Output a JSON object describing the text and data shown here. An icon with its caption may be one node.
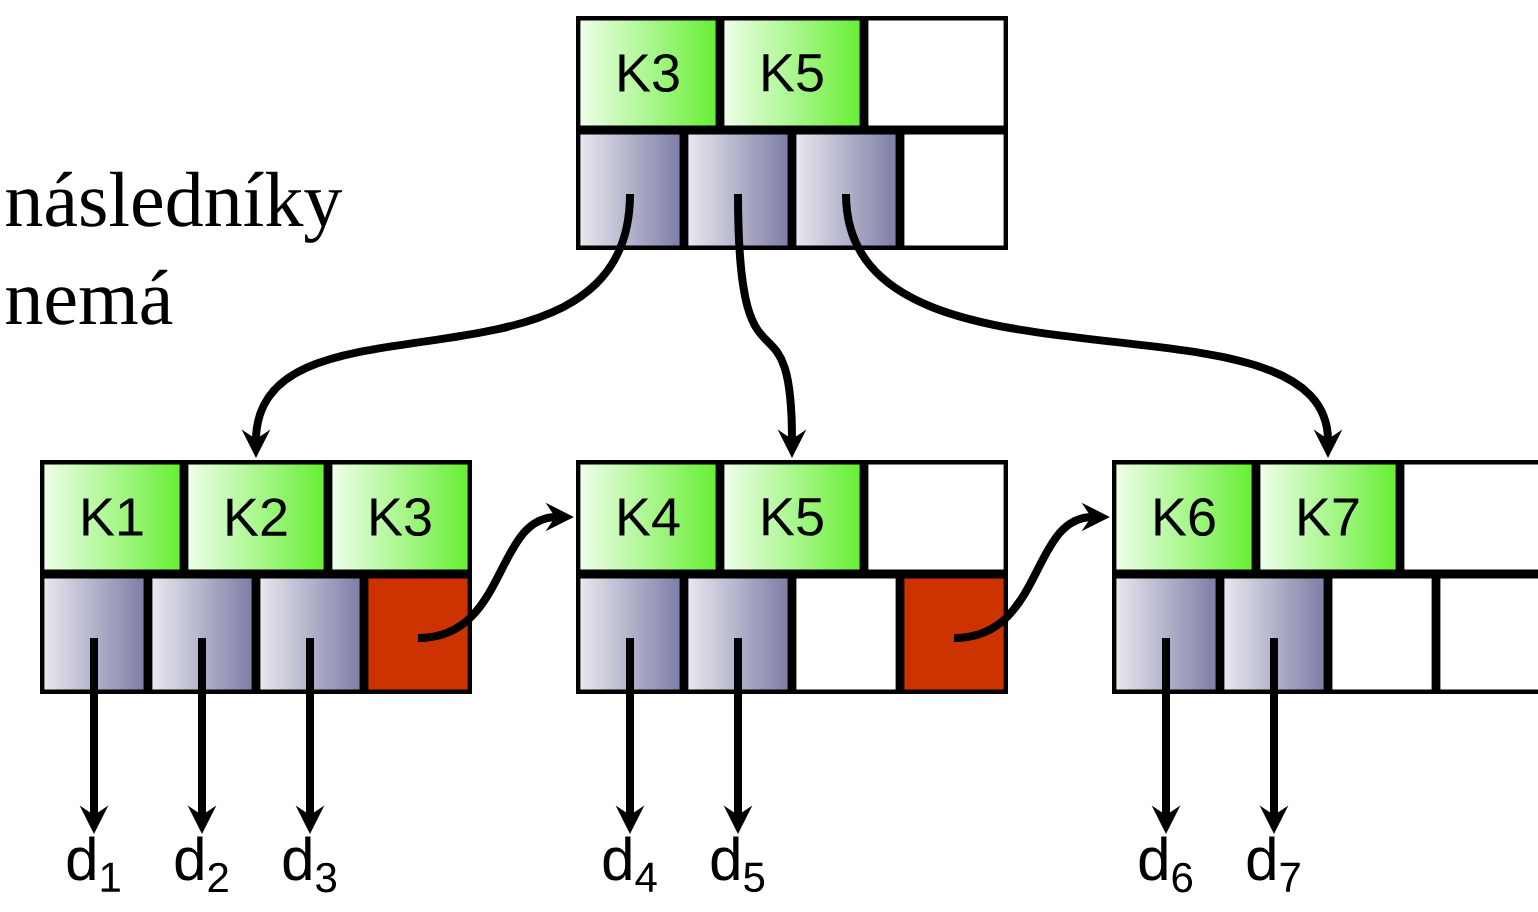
{
  "diagram": {
    "nodes": [
      {
        "text": [
          "K3"
        ]
      },
      {
        "text": [
          "K5"
        ]
      },
      {
        "text": [],
        "shape": "box"
      },
      {
        "text": [],
        "shape": "box"
      },
      {
        "text": [],
        "shape": "box"
      },
      {
        "text": [],
        "shape": "box"
      },
      {
        "text": [],
        "shape": "box"
      },
      {
        "text": [
          "K1"
        ]
      },
      {
        "text": [
          "K2"
        ]
      },
      {
        "text": [
          "K3"
        ]
      },
      {
        "text": [],
        "shape": "box"
      },
      {
        "text": [],
        "shape": "box"
      },
      {
        "text": [],
        "shape": "box"
      },
      {
        "text": [],
        "shape": "box"
      },
      {
        "text": [
          "K4"
        ]
      },
      {
        "text": [
          "K5"
        ]
      },
      {
        "text": [],
        "shape": "box"
      },
      {
        "text": [],
        "shape": "box"
      },
      {
        "text": [],
        "shape": "box"
      },
      {
        "text": [],
        "shape": "box"
      },
      {
        "text": [],
        "shape": "box"
      },
      {
        "text": [
          "K6"
        ]
      },
      {
        "text": [
          "K7"
        ]
      },
      {
        "text": [],
        "shape": "box"
      },
      {
        "text": [],
        "shape": "box"
      },
      {
        "text": [],
        "shape": "box"
      },
      {
        "text": [],
        "shape": "box"
      },
      {
        "text": [],
        "shape": "box"
      },
      {
        "text": [
          "d$_{1}$"
        ]
      },
      {
        "text": [
          "d$_{2}$"
        ]
      },
      {
        "text": [
          "d$_{3}$"
        ]
      },
      {
        "text": [
          "d$_{4}$"
        ]
      },
      {
        "text": [
          "d$_{5}$"
        ]
      },
      {
        "text": [
          "d$_{6}$"
        ]
      },
      {
        "text": [
          "d$_{7}$"
        ]
      }
    ],
    "edges": [
      {
        "from": 3,
        "to": 8,
        "arrow": "to"
      },
      {
        "from": 4,
        "to": 15,
        "arrow": "to"
      },
      {
        "from": 5,
        "to": 22,
        "arrow": "to"
      },
      {
        "from": 13,
        "to": 14,
        "arrow": "to"
      },
      {
        "from": 20,
        "to": 21,
        "arrow": "to"
      },
      {
        "from": 10,
        "to": 28,
        "arrow": "to"
      },
      {
        "from": 11,
        "to": 29,
        "arrow": "to"
      },
      {
        "from": 12,
        "to": 30,
        "arrow": "to"
      },
      {
        "from": 17,
        "to": 31,
        "arrow": "to"
      },
      {
        "from": 18,
        "to": 32,
        "arrow": "to"
      },
      {
        "from": 24,
        "to": 33,
        "arrow": "to"
      },
      {
        "from": 25,
        "to": 34,
        "arrow": "to"
      }
    ],
    "labels": [
      "následníky",
      "nemá"
    ]
  }
}
